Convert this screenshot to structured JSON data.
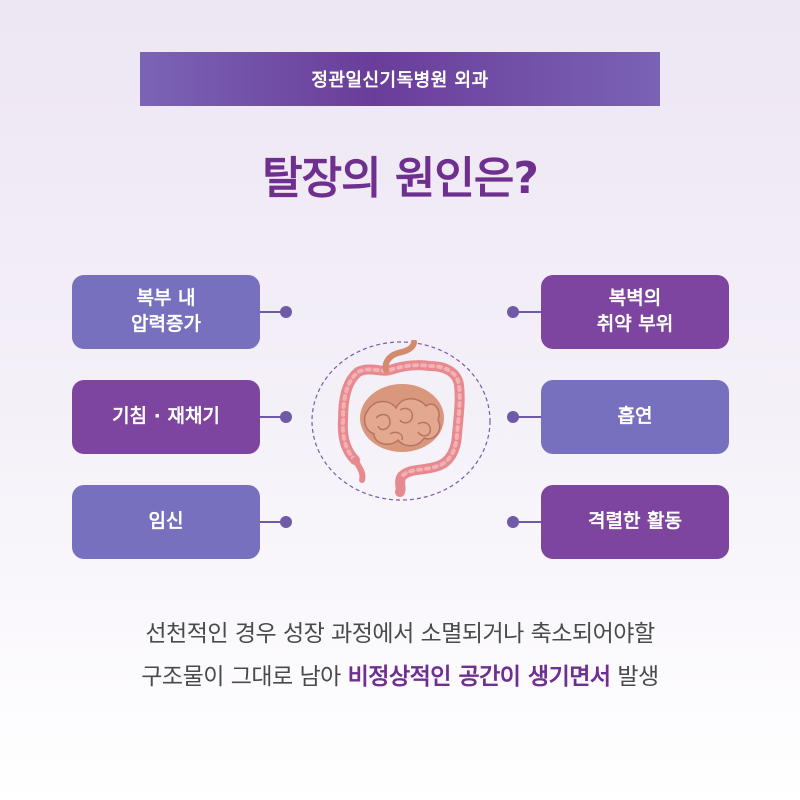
{
  "banner": {
    "text": "정관일신기독병원 외과"
  },
  "title": "탈장의 원인은?",
  "causes_left": [
    {
      "label": "복부 내\n압력증가"
    },
    {
      "label": "기침 · 재채기"
    },
    {
      "label": "임신"
    }
  ],
  "causes_right": [
    {
      "label": "복벽의\n취약 부위"
    },
    {
      "label": "흡연"
    },
    {
      "label": "격렬한 활동"
    }
  ],
  "illustration": {
    "icon": "intestine-icon"
  },
  "description": {
    "line1": "선천적인 경우 성장 과정에서 소멸되거나 축소되어야할",
    "line2_prefix": "구조물이 그대로 남아 ",
    "line2_highlight": "비정상적인 공간이 생기면서",
    "line2_suffix": " 발생"
  },
  "colors": {
    "title": "#6e2f8f",
    "box_light": "#7670be",
    "box_dark": "#7e45a0",
    "highlight": "#6e2f8f",
    "text": "#4a4a4a"
  }
}
